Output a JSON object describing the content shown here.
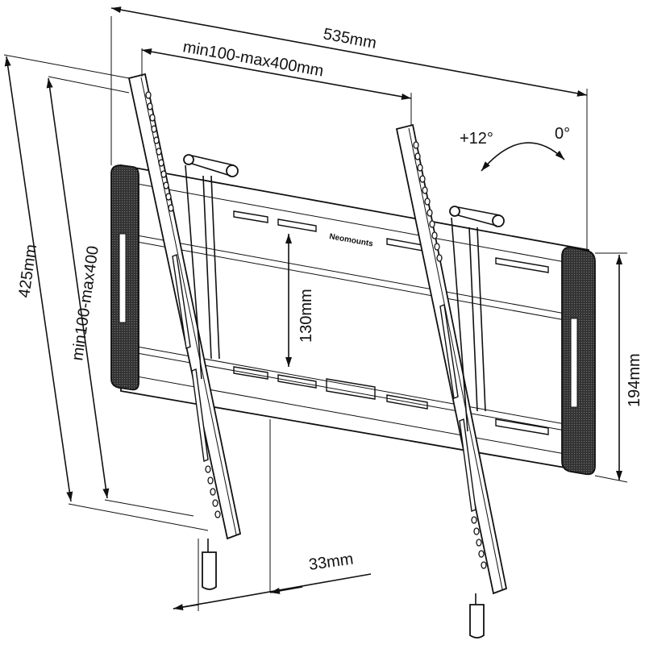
{
  "dimensions": {
    "width_total": "535mm",
    "hole_pattern_horizontal": "min100-max400mm",
    "height_total": "425mm",
    "hole_pattern_vertical": "min100-max400",
    "inner_height": "130mm",
    "side_height": "194mm",
    "wall_depth": "33mm"
  },
  "tilt": {
    "max": "+12°",
    "min": "0°"
  },
  "brand": "Neomounts"
}
